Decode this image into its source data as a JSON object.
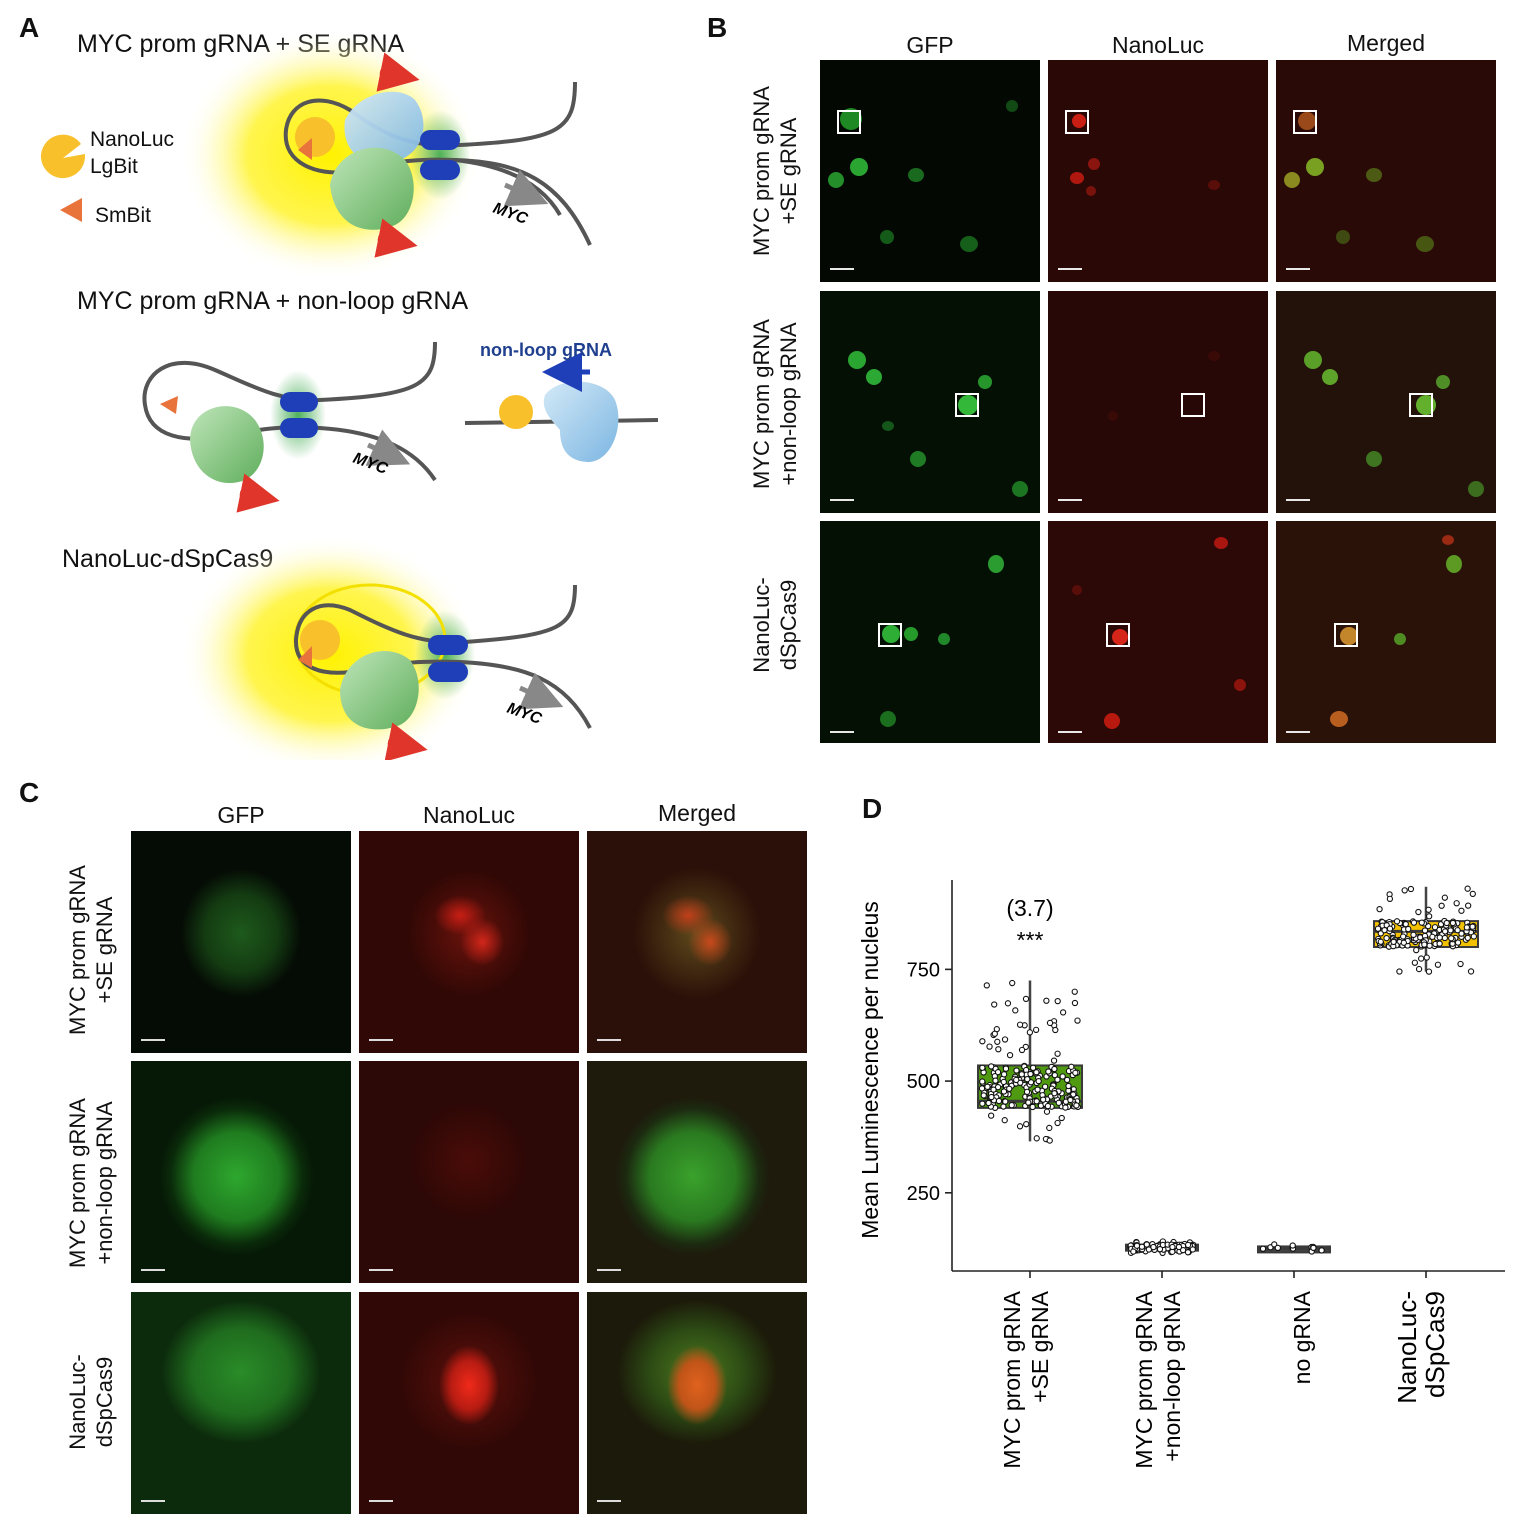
{
  "panels": {
    "a": "A",
    "b": "B",
    "c": "C",
    "d": "D"
  },
  "panelA": {
    "scenario1": "MYC prom gRNA + SE gRNA",
    "scenario2": "MYC prom gRNA + non-loop gRNA",
    "scenario3": "NanoLuc-dSpCas9",
    "legend_lgbit": "NanoLuc LgBit",
    "legend_smbit": "SmBit",
    "gene_label": "MYC",
    "nonloop_label": "non-loop gRNA",
    "colors": {
      "glow": "#fff200",
      "cas_green": "#7cc27a",
      "cas_blue": "#9ccbea",
      "nano": "#f8c02a",
      "arrow_red": "#e0352b",
      "smbit": "#e8743b",
      "anchor_blue": "#1f3fb8",
      "dna": "#555555"
    }
  },
  "panelB": {
    "columns": [
      "GFP",
      "NanoLuc",
      "Merged"
    ],
    "rows": [
      [
        "MYC prom gRNA",
        "+SE gRNA"
      ],
      [
        "MYC prom gRNA",
        "+non-loop gRNA"
      ],
      [
        "NanoLuc-",
        "dSpCas9"
      ]
    ]
  },
  "panelC": {
    "columns": [
      "GFP",
      "NanoLuc",
      "Merged"
    ],
    "rows": [
      [
        "MYC prom gRNA",
        "+SE gRNA"
      ],
      [
        "MYC prom gRNA",
        "+non-loop gRNA"
      ],
      [
        "NanoLuc-",
        "dSpCas9"
      ]
    ]
  },
  "chart_data": {
    "type": "box",
    "ylabel": "Mean Luminescence per nucleus",
    "ylim": [
      75,
      950
    ],
    "yticks": [
      250,
      500,
      750
    ],
    "categories": [
      [
        "MYC prom gRNA",
        "+SE gRNA"
      ],
      [
        "MYC prom gRNA",
        "+non-loop gRNA"
      ],
      [
        "no  gRNA"
      ],
      [
        "NanoLuc-",
        "dSpCas9"
      ]
    ],
    "boxes": [
      {
        "q1": 440,
        "median": 455,
        "q3": 535,
        "whisker_low": 365,
        "whisker_high": 725,
        "color": "#4f9a10",
        "points_min": 365,
        "points_max": 725,
        "n_points": 230
      },
      {
        "q1": 123,
        "median": 128,
        "q3": 134,
        "whisker_low": 115,
        "whisker_high": 142,
        "color": "#444444",
        "points_min": 115,
        "points_max": 142,
        "n_points": 110
      },
      {
        "q1": 121,
        "median": 125,
        "q3": 130,
        "whisker_low": 118,
        "whisker_high": 135,
        "color": "#444444",
        "points_min": 117,
        "points_max": 136,
        "n_points": 12
      },
      {
        "q1": 800,
        "median": 835,
        "q3": 858,
        "whisker_low": 745,
        "whisker_high": 935,
        "color": "#f2c200",
        "points_min": 745,
        "points_max": 935,
        "n_points": 175
      }
    ],
    "annotations": [
      {
        "category": 0,
        "fold": "(3.7)",
        "stars": "***"
      }
    ],
    "grid": false
  }
}
